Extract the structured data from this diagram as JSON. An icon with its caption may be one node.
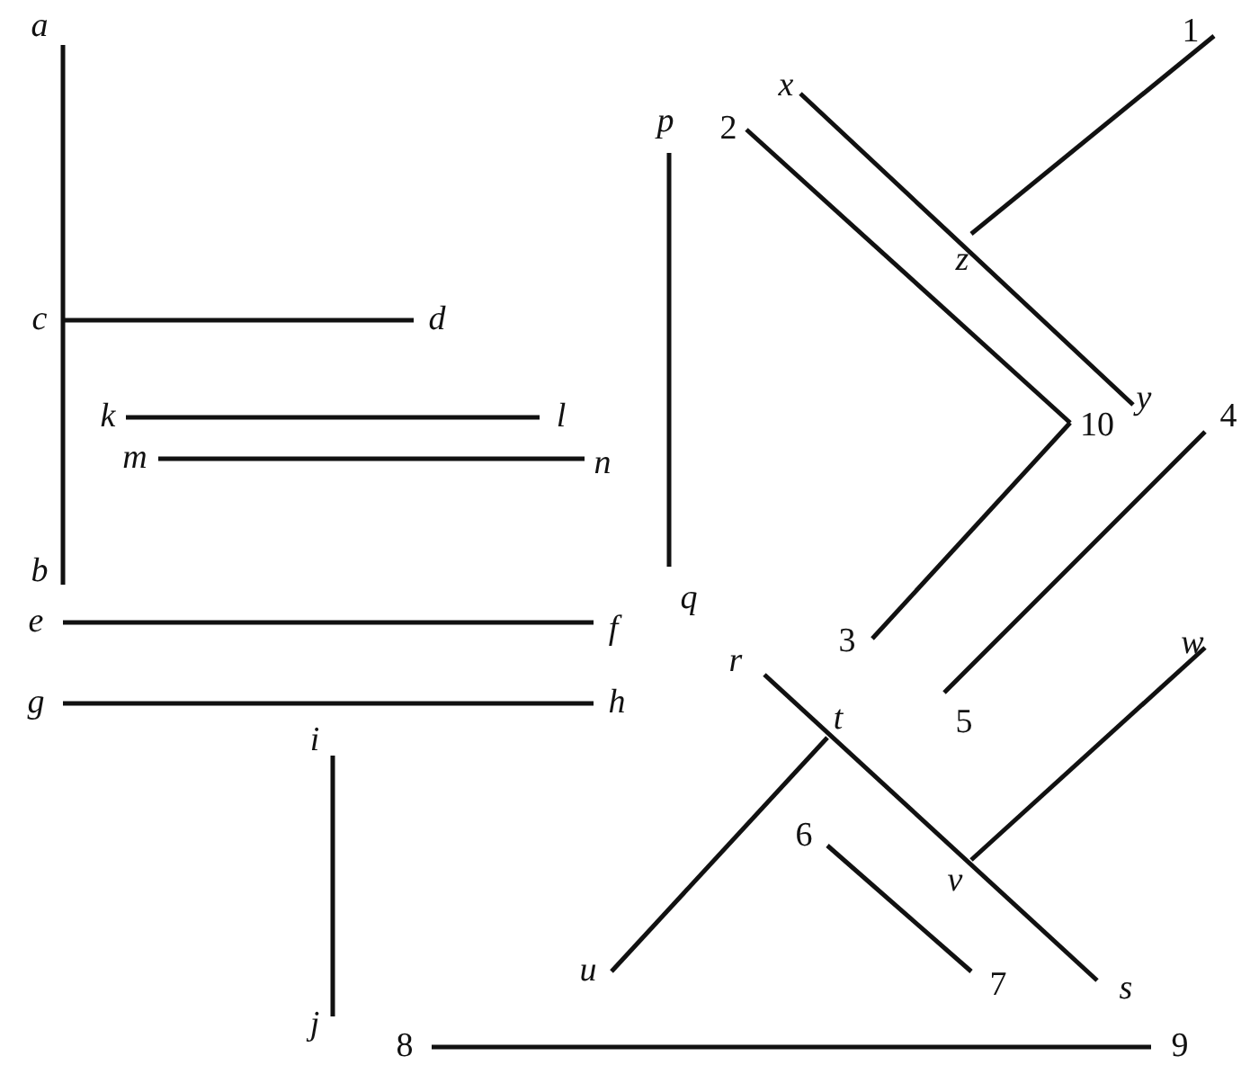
{
  "diagram": {
    "nodes": [
      {
        "text": [
          "a"
        ]
      },
      {
        "text": [
          "p"
        ]
      },
      {
        "text": [
          "x"
        ]
      },
      {
        "text": [
          "2"
        ]
      },
      {
        "text": [
          "1"
        ]
      },
      {
        "text": [
          "z"
        ]
      },
      {
        "text": [
          "c"
        ]
      },
      {
        "text": [
          "d"
        ]
      },
      {
        "text": [
          "k"
        ]
      },
      {
        "text": [
          "l"
        ]
      },
      {
        "text": [
          "m"
        ]
      },
      {
        "text": [
          "n"
        ]
      },
      {
        "text": [
          "10"
        ]
      },
      {
        "text": [
          "y"
        ]
      },
      {
        "text": [
          "4"
        ]
      },
      {
        "text": [
          "b"
        ]
      },
      {
        "text": [
          "q"
        ]
      },
      {
        "text": [
          "e"
        ]
      },
      {
        "text": [
          "f"
        ]
      },
      {
        "text": [
          "3"
        ]
      },
      {
        "text": [
          "r"
        ]
      },
      {
        "text": [
          "w"
        ]
      },
      {
        "text": [
          "5"
        ]
      },
      {
        "text": [
          "g"
        ]
      },
      {
        "text": [
          "h"
        ]
      },
      {
        "text": [
          "i"
        ]
      },
      {
        "text": [
          "t"
        ]
      },
      {
        "text": [
          "6"
        ]
      },
      {
        "text": [
          "v"
        ]
      },
      {
        "text": [
          "u"
        ]
      },
      {
        "text": [
          "7"
        ]
      },
      {
        "text": [
          "s"
        ]
      },
      {
        "text": [
          "j"
        ]
      },
      {
        "text": [
          "8"
        ]
      },
      {
        "text": [
          "9"
        ]
      }
    ],
    "edges": [
      {
        "from": 0,
        "to": 15,
        "arrow": "none"
      },
      {
        "from": 6,
        "to": 7,
        "arrow": "none"
      },
      {
        "from": 8,
        "to": 9,
        "arrow": "none"
      },
      {
        "from": 10,
        "to": 11,
        "arrow": "none"
      },
      {
        "from": 17,
        "to": 18,
        "arrow": "none"
      },
      {
        "from": 23,
        "to": 24,
        "arrow": "none"
      },
      {
        "from": 25,
        "to": 32,
        "arrow": "none"
      },
      {
        "from": 1,
        "to": 16,
        "arrow": "none"
      },
      {
        "from": 3,
        "to": 12,
        "arrow": "none"
      },
      {
        "from": 12,
        "to": 19,
        "arrow": "none"
      },
      {
        "from": 2,
        "to": 13,
        "arrow": "none"
      },
      {
        "from": 5,
        "to": 4,
        "arrow": "none"
      },
      {
        "from": 14,
        "to": 22,
        "arrow": "none"
      },
      {
        "from": 20,
        "to": 31,
        "arrow": "none"
      },
      {
        "from": 26,
        "to": 29,
        "arrow": "none"
      },
      {
        "from": 28,
        "to": 21,
        "arrow": "none"
      },
      {
        "from": 27,
        "to": 30,
        "arrow": "none"
      },
      {
        "from": 33,
        "to": 34,
        "arrow": "none"
      }
    ]
  }
}
